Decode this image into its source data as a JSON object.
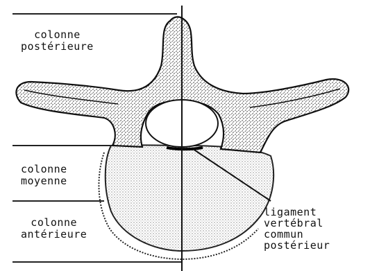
{
  "labels": {
    "posterior_column": [
      "colonne",
      "postérieure"
    ],
    "middle_column": [
      "colonne",
      "moyenne"
    ],
    "anterior_column": [
      "colonne",
      "antérieure"
    ],
    "ligament": [
      "ligament",
      "vertébral",
      "commun",
      "postérieur"
    ]
  }
}
